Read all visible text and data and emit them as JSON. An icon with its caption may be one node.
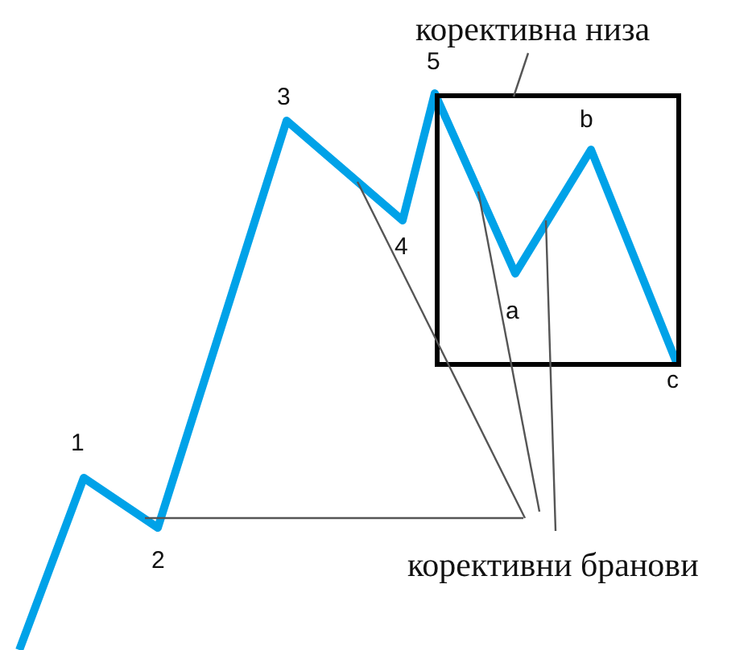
{
  "diagram": {
    "nodes": [
      {
        "text": [
          "корективна низа"
        ]
      },
      {
        "text": [],
        "shape": "box"
      },
      {
        "text": [
          "корективни бранови"
        ]
      }
    ],
    "edges": [
      {
        "from": 0,
        "to": 1,
        "arrow": "none"
      },
      {
        "from": 2,
        "to": null,
        "arrow": "none"
      },
      {
        "from": 2,
        "to": null,
        "arrow": "none"
      },
      {
        "from": 2,
        "to": 1,
        "arrow": "none"
      },
      {
        "from": 2,
        "to": 1,
        "arrow": "none"
      }
    ],
    "labels": [
      "5",
      "3",
      "b",
      "4",
      "a",
      "c",
      "1",
      "2"
    ]
  }
}
